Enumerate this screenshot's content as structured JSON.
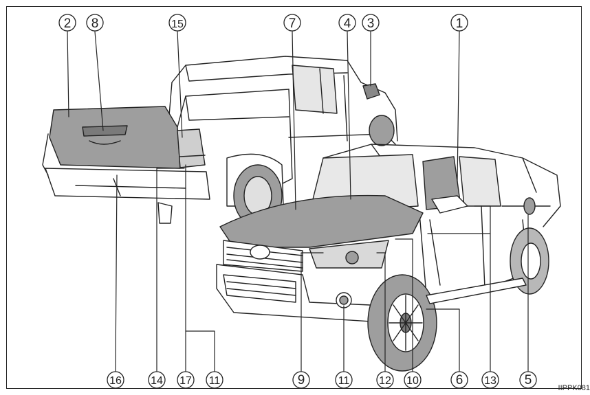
{
  "callouts": {
    "c1": "1",
    "c2": "2",
    "c3": "3",
    "c4": "4",
    "c5": "5",
    "c6": "6",
    "c7": "7",
    "c8": "8",
    "c9": "9",
    "c10": "10",
    "c11a": "11",
    "c11b": "11",
    "c12": "12",
    "c13": "13",
    "c14": "14",
    "c15": "15",
    "c16": "16",
    "c17": "17"
  },
  "figure_code": "IIPPK081",
  "colors": {
    "line": "#222222",
    "shade": "#9e9e9e",
    "tire": "#b8b8b8",
    "body": "#ffffff"
  }
}
